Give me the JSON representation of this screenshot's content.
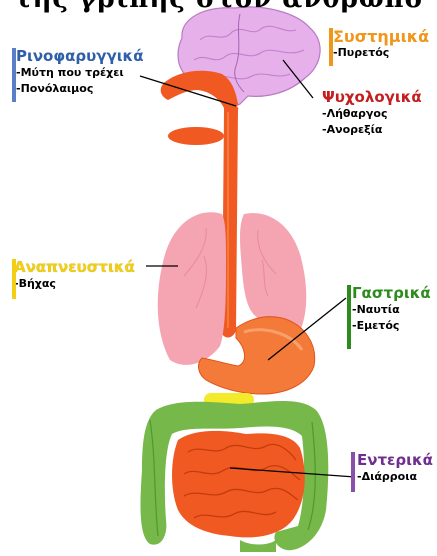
{
  "title": "της γρίπης στον άνθρωπο",
  "colors": {
    "esophagus": "#f05a22",
    "brain": "#e6b0ea",
    "lungs": "#f5a4b2",
    "stomach": "#f47a3a",
    "intestine_small": "#f05a22",
    "intestine_large": "#76b84a",
    "pancreas": "#f2ea2a"
  },
  "groups": {
    "nasopharynx": {
      "heading": "Ρινοφαρυγγικά",
      "items": [
        "-Μύτη που τρέχει",
        "-Πονόλαιμος"
      ],
      "color": "#2e5fa8"
    },
    "systemic": {
      "heading": "Συστημικά",
      "items": [
        "-Πυρετός"
      ],
      "color": "#f0961a"
    },
    "psychological": {
      "heading": "Ψυχολογικά",
      "items": [
        "-Λήθαργος",
        "-Ανορεξία"
      ],
      "color": "#c41f1f"
    },
    "respiratory": {
      "heading": "Αναπνευστικά",
      "items": [
        "-Βήχας"
      ],
      "color": "#f2cf14"
    },
    "gastric": {
      "heading": "Γαστρικά",
      "items": [
        "-Ναυτία",
        "-Εμετός"
      ],
      "color": "#2e8c1f"
    },
    "enteric": {
      "heading": "Εντερικά",
      "items": [
        "-Διάρροια"
      ],
      "color": "#6f2f8f"
    }
  }
}
